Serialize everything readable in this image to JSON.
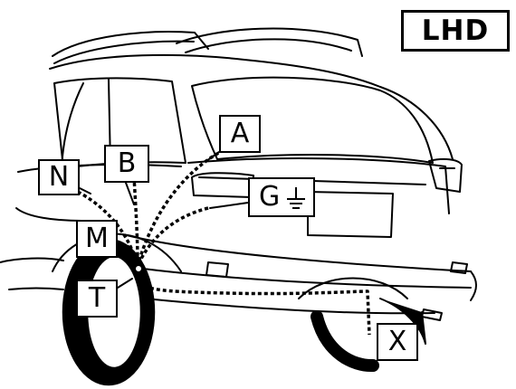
{
  "badge": {
    "text": "LHD"
  },
  "callouts": {
    "A": "A",
    "B": "B",
    "N": "N",
    "G": "G",
    "M": "M",
    "T": "T",
    "X": "X"
  },
  "icons": {
    "ground": "ground-symbol-icon"
  },
  "colors": {
    "line": "#000000",
    "background": "#ffffff",
    "glass": "#ffffff"
  }
}
